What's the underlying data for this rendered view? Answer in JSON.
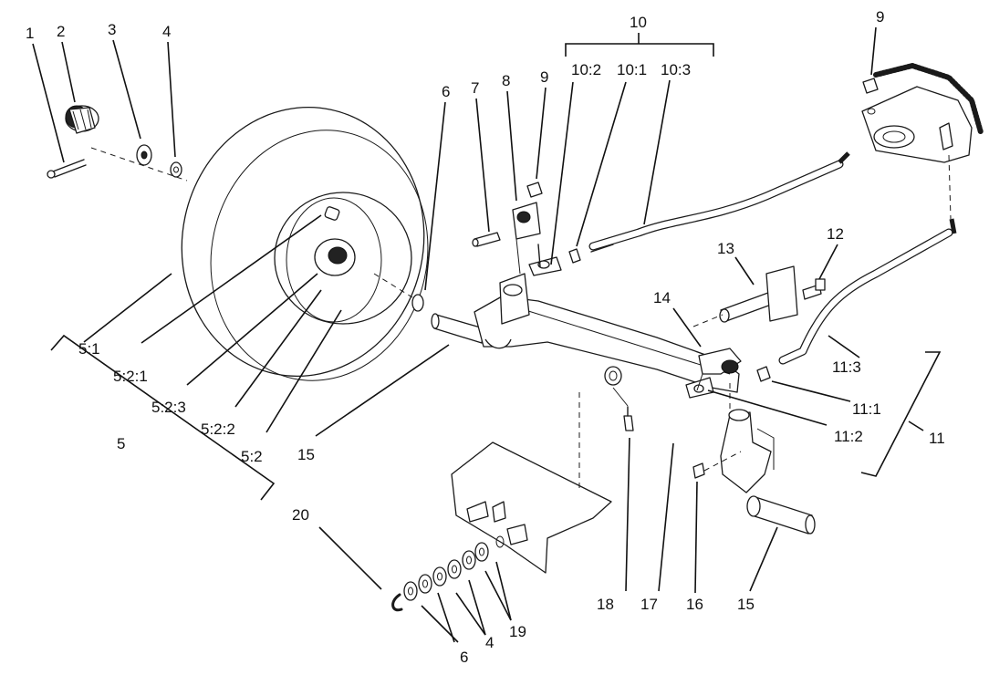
{
  "labels": {
    "l1": "1",
    "l2": "2",
    "l3": "3",
    "l4_top": "4",
    "l5": "5",
    "l5_1": "5:1",
    "l5_2": "5:2",
    "l5_2_1": "5:2:1",
    "l5_2_2": "5:2:2",
    "l5_2_3": "5:2:3",
    "l6_top": "6",
    "l7": "7",
    "l8": "8",
    "l9_mid": "9",
    "l9_right": "9",
    "l10": "10",
    "l10_1": "10:1",
    "l10_2": "10:2",
    "l10_3": "10:3",
    "l11": "11",
    "l11_1": "11:1",
    "l11_2": "11:2",
    "l11_3": "11:3",
    "l12": "12",
    "l13": "13",
    "l14": "14",
    "l15_left": "15",
    "l15_right": "15",
    "l16": "16",
    "l17": "17",
    "l18": "18",
    "l19": "19",
    "l20": "20",
    "l6_bottom": "6",
    "l4_bottom": "4"
  }
}
